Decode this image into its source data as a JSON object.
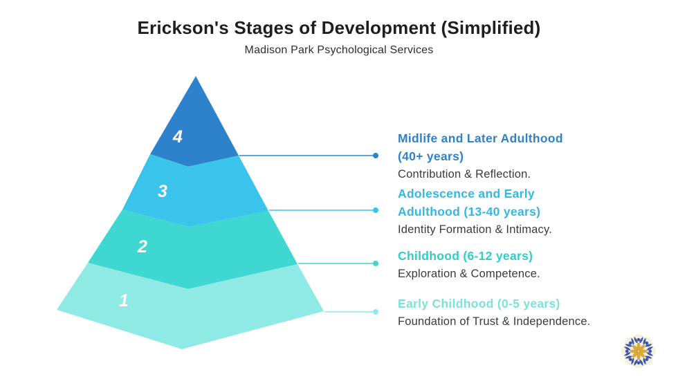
{
  "header": {
    "title": "Erickson's Stages of Development (Simplified)",
    "subtitle": "Madison Park Psychological Services"
  },
  "pyramid": {
    "levels": [
      {
        "number": "4",
        "color": "#2e82cb"
      },
      {
        "number": "3",
        "color": "#3ac4ec"
      },
      {
        "number": "2",
        "color": "#3ed7d1"
      },
      {
        "number": "1",
        "color": "#8fe9e4"
      }
    ]
  },
  "stages": [
    {
      "level": 4,
      "heading_lines": [
        "Midlife and Later Adulthood",
        "(40+ years)"
      ],
      "description": "Contribution & Reflection.",
      "color": "#2e82c8"
    },
    {
      "level": 3,
      "heading_lines": [
        "Adolescence and Early",
        "Adulthood (13-40 years)"
      ],
      "description": "Identity Formation & Intimacy.",
      "color": "#31b8e6"
    },
    {
      "level": 2,
      "heading_lines": [
        "Childhood (6-12 years)"
      ],
      "description": "Exploration & Competence.",
      "color": "#30cdc6"
    },
    {
      "level": 1,
      "heading_lines": [
        "Early Childhood (0-5 years)"
      ],
      "description": "Foundation of Trust & Independence.",
      "color": "#7ce2dc"
    }
  ],
  "logo": {
    "colors": {
      "blue": "#3b55a8",
      "gold": "#d8a93c",
      "gold_center": "#cfa233",
      "cream": "#f5f0de",
      "center_dot": "#efe3b8"
    }
  }
}
